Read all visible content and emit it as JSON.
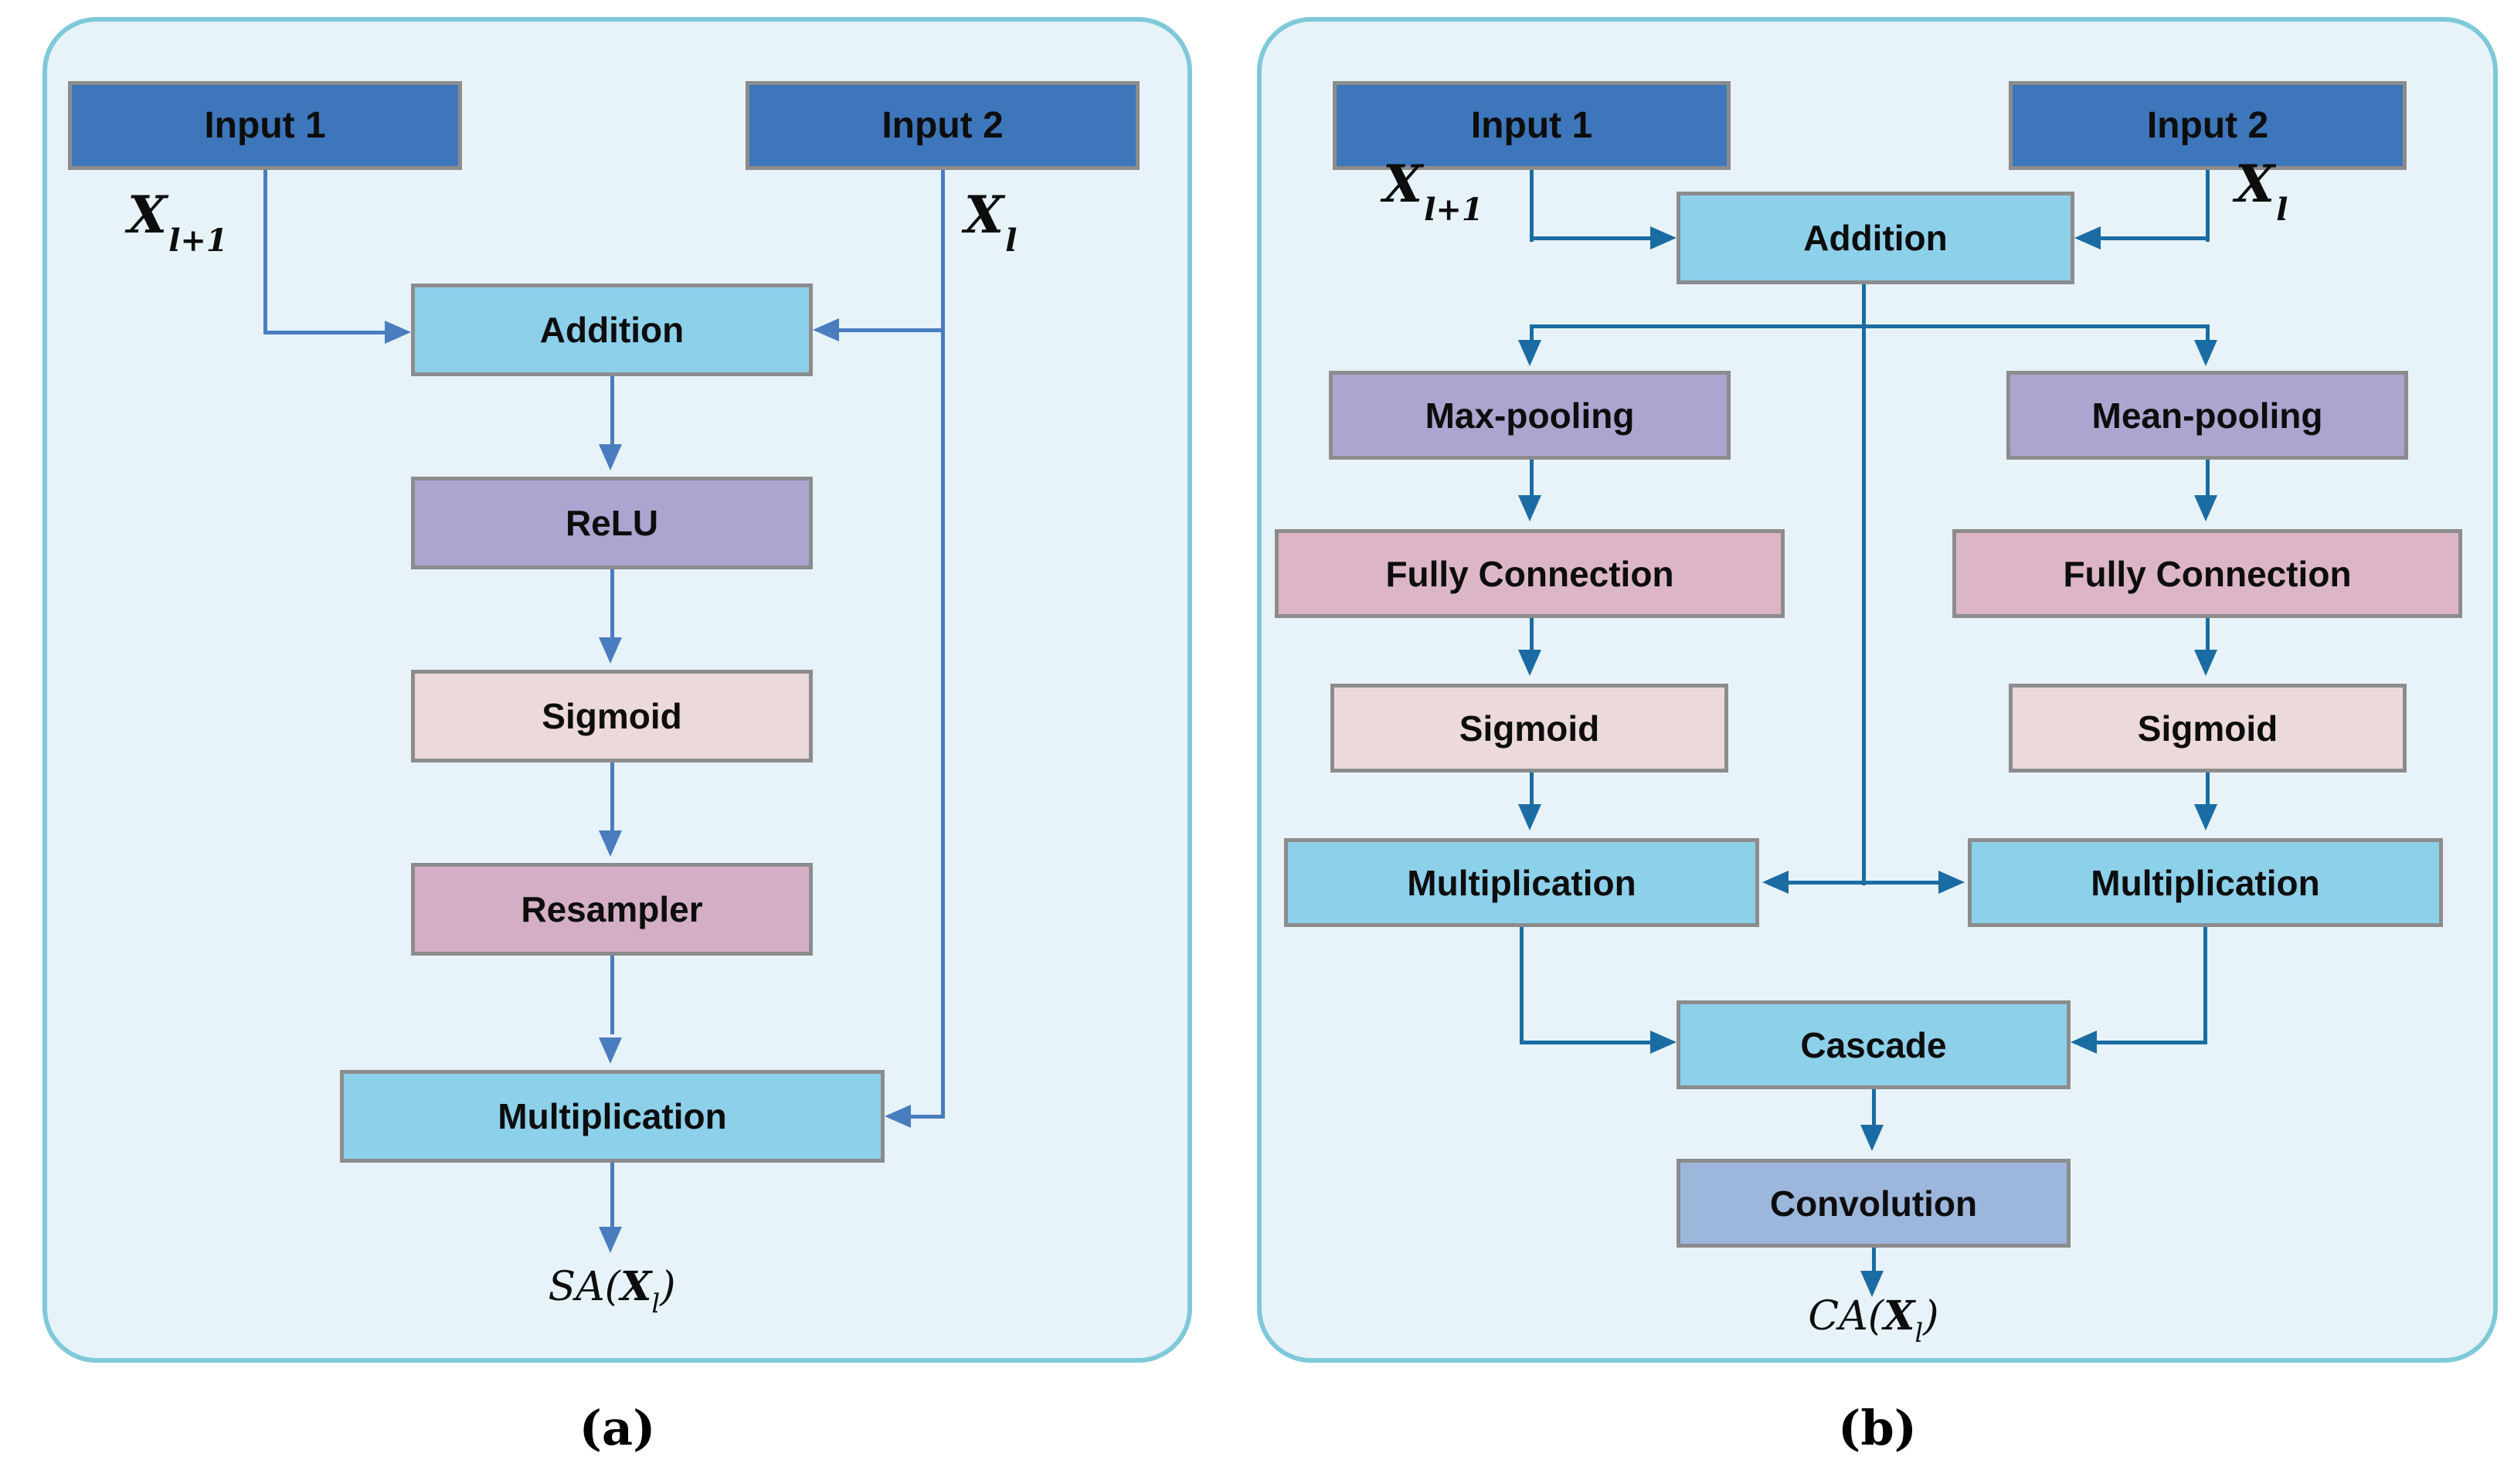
{
  "figure": {
    "caption_a": "(a)",
    "caption_b": "(b)"
  },
  "colors": {
    "panel_bg": "#e7f3f8",
    "panel_border": "#7ec9d9",
    "box_border": "#8c8c8c",
    "input_blue": "#3d76ba",
    "sky_blue": "#8dd0ea",
    "lavender": "#aaa6d0",
    "pale_pink": "#ecd9da",
    "mauve_pink": "#d3aec5",
    "rose_pink": "#dcb6c6",
    "steel_blue_gray": "#9db7dc",
    "arrow_a": "#4a7dbf",
    "arrow_b": "#1b6ca3"
  },
  "panel_a": {
    "input1": "Input 1",
    "input2": "Input 2",
    "var1": "X",
    "var1_sub": "l+1",
    "var2": "X",
    "var2_sub": "l",
    "addition": "Addition",
    "relu": "ReLU",
    "sigmoid": "Sigmoid",
    "resampler": "Resampler",
    "multiplication": "Multiplication",
    "out_prefix": "SA(",
    "out_var": "X",
    "out_sub": "l",
    "out_suffix": ")"
  },
  "panel_b": {
    "input1": "Input 1",
    "input2": "Input 2",
    "var1": "X",
    "var1_sub": "l+1",
    "var2": "X",
    "var2_sub": "l",
    "addition": "Addition",
    "max_pooling": "Max-pooling",
    "mean_pooling": "Mean-pooling",
    "fully_connection_left": "Fully Connection",
    "fully_connection_right": "Fully Connection",
    "sigmoid_left": "Sigmoid",
    "sigmoid_right": "Sigmoid",
    "multiplication_left": "Multiplication",
    "multiplication_right": "Multiplication",
    "cascade": "Cascade",
    "convolution": "Convolution",
    "out_prefix": "CA(",
    "out_var": "X",
    "out_sub": "l",
    "out_suffix": ")"
  }
}
